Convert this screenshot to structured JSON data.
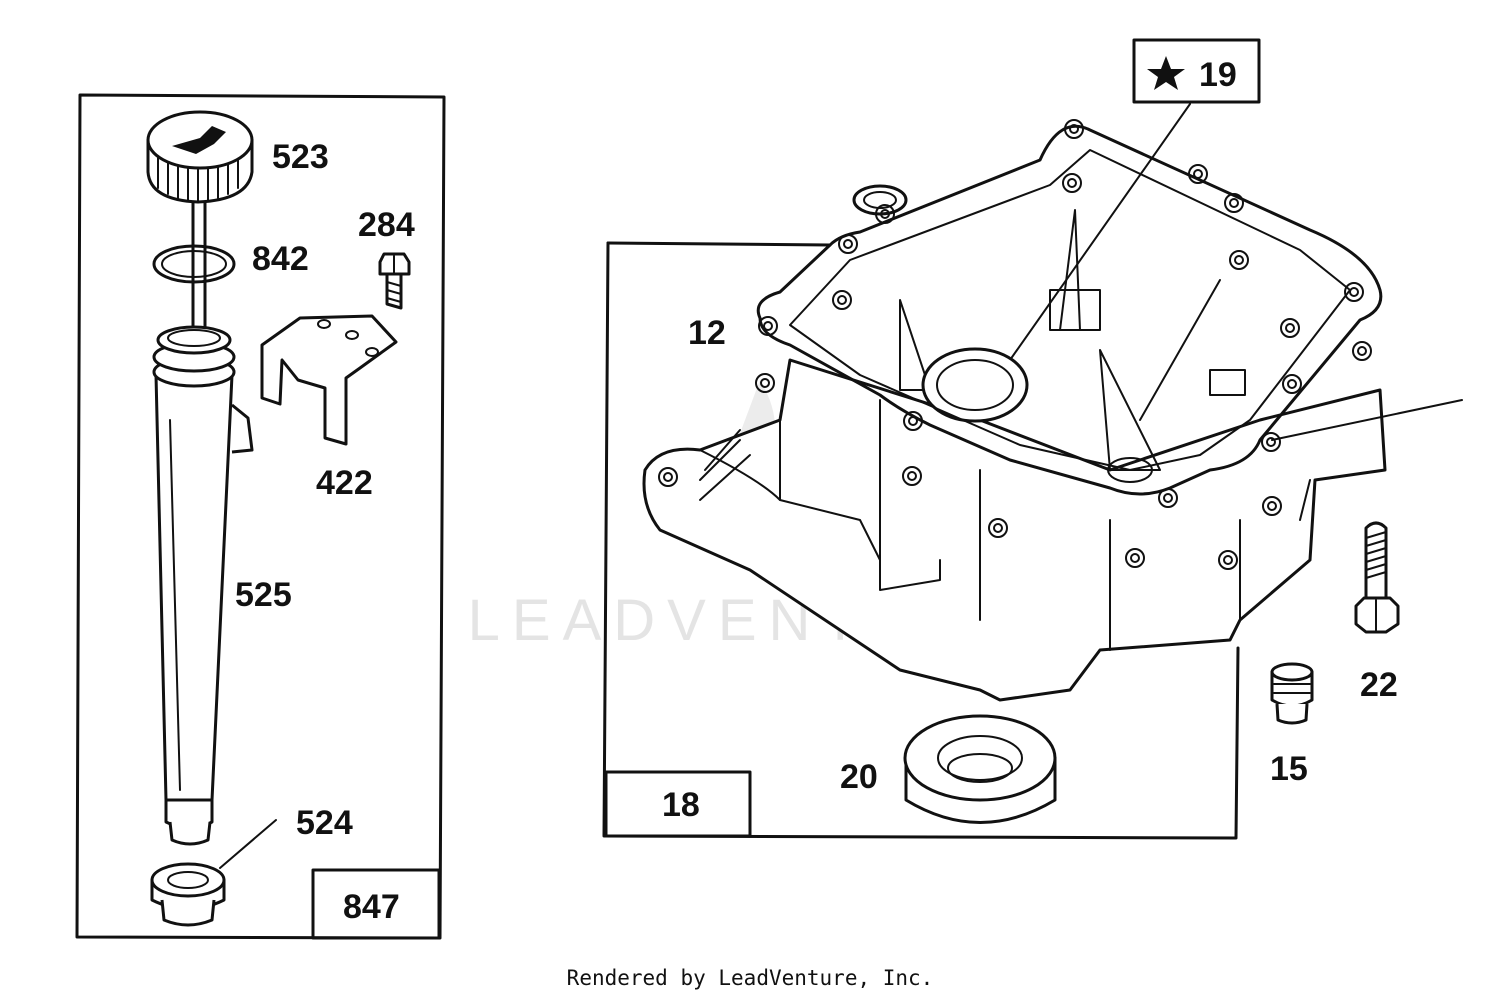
{
  "labels": {
    "cap": "523",
    "oring": "842",
    "screw": "284",
    "bracket": "422",
    "tube": "525",
    "seal_small": "524",
    "kit_left": "847",
    "star_kit": "19",
    "gasket": "12",
    "sump_kit": "18",
    "oil_seal": "20",
    "plug": "15",
    "bolt": "22"
  },
  "watermark": "LEADVENTURE",
  "footer": "Rendered by LeadVenture, Inc."
}
